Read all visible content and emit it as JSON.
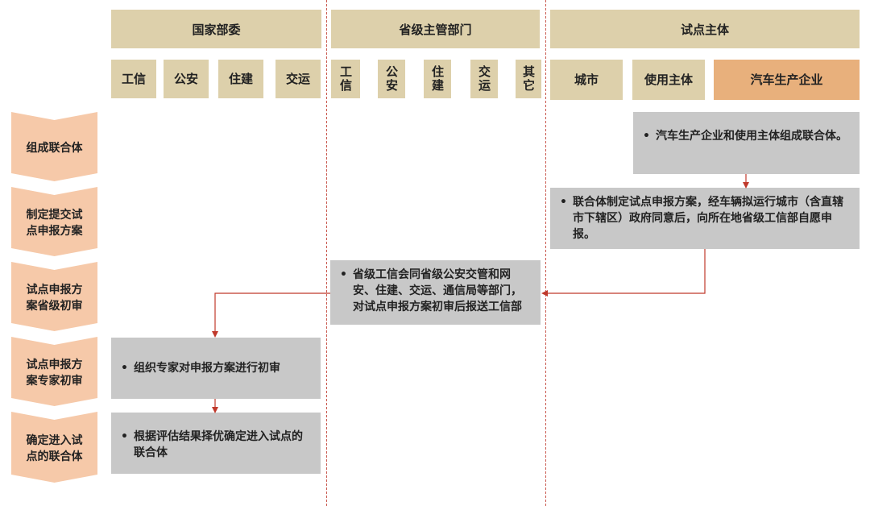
{
  "columns": {
    "national": {
      "title": "国家部委",
      "subs": [
        "工信",
        "公安",
        "住建",
        "交运"
      ]
    },
    "provincial": {
      "title": "省级主管部门",
      "subs": [
        "工信",
        "公安",
        "住建",
        "交运",
        "其它"
      ]
    },
    "pilot": {
      "title": "试点主体",
      "subs": [
        "城市",
        "使用主体",
        "汽车生产企业"
      ]
    }
  },
  "steps": [
    "组成联合体",
    "制定提交试点申报方案",
    "试点申报方案省级初审",
    "试点申报方案专家初审",
    "确定进入试点的联合体"
  ],
  "boxes": {
    "b1": "汽车生产企业和使用主体组成联合体。",
    "b2": "联合体制定试点申报方案，经车辆拟运行城市（含直辖市下辖区）政府同意后，向所在地省级工信部自愿申报。",
    "b3": "省级工信会同省级公安交管和网安、住建、交运、通信局等部门，对试点申报方案初审后报送工信部",
    "b4": "组织专家对申报方案进行初审",
    "b5": "根据评估结果择优确定进入试点的联合体"
  },
  "bullet": "•",
  "colors": {
    "header": "#ddd0ab",
    "highlight": "#e8b07c",
    "step": "#f6c9a9",
    "box": "#c8c8c8",
    "arrow": "#c0392b"
  }
}
